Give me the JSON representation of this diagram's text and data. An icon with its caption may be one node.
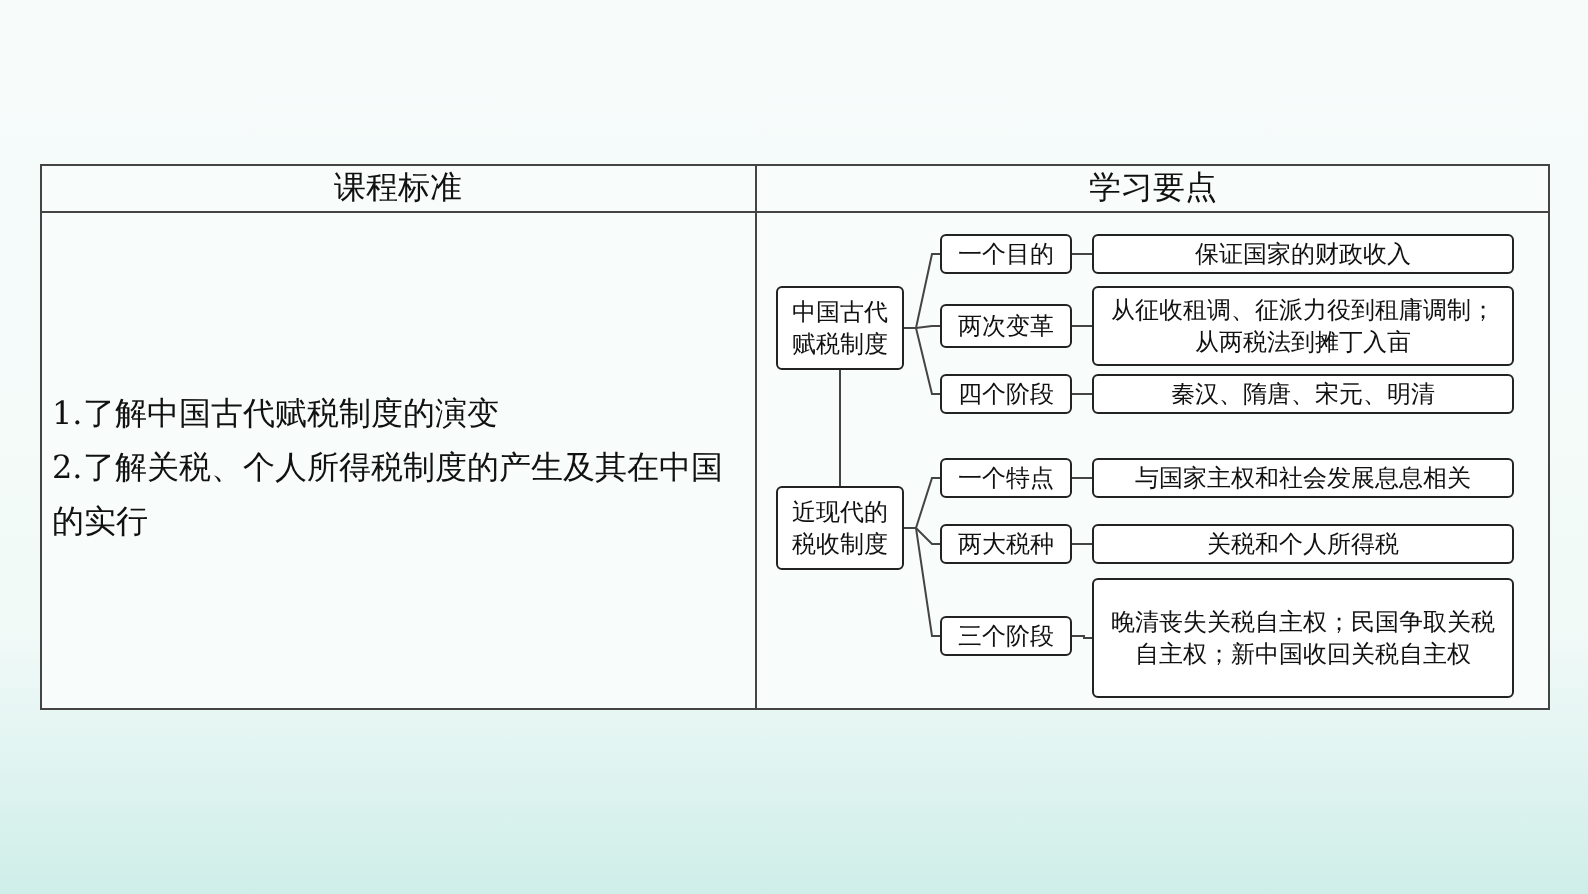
{
  "diagram": {
    "nodes": [
      {
        "text": [
          "中国古代赋税制度"
        ]
      },
      {
        "text": [
          "一个目的"
        ]
      },
      {
        "text": [
          "保证国家的财政收入"
        ]
      },
      {
        "text": [
          "两次变革"
        ]
      },
      {
        "text": [
          "从征收租调、征派力役到租庸调制；从两税法到摊丁入亩"
        ]
      },
      {
        "text": [
          "四个阶段"
        ]
      },
      {
        "text": [
          "秦汉、隋唐、宋元、明清"
        ]
      },
      {
        "text": [
          "近现代的税收制度"
        ]
      },
      {
        "text": [
          "一个特点"
        ]
      },
      {
        "text": [
          "与国家主权和社会发展息息相关"
        ]
      },
      {
        "text": [
          "两大税种"
        ]
      },
      {
        "text": [
          "关税和个人所得税"
        ]
      },
      {
        "text": [
          "三个阶段"
        ]
      },
      {
        "text": [
          "晚清丧失关税自主权；民国争取关税自主权；新中国收回关税自主权"
        ]
      }
    ],
    "edges": [
      {
        "from": 0,
        "to": 1,
        "arrow": "none"
      },
      {
        "from": 1,
        "to": 2,
        "arrow": "none"
      },
      {
        "from": 0,
        "to": 3,
        "arrow": "none"
      },
      {
        "from": 3,
        "to": 4,
        "arrow": "none"
      },
      {
        "from": 0,
        "to": 5,
        "arrow": "none"
      },
      {
        "from": 5,
        "to": 6,
        "arrow": "none"
      },
      {
        "from": 0,
        "to": 7,
        "arrow": "none"
      },
      {
        "from": 7,
        "to": 8,
        "arrow": "none"
      },
      {
        "from": 8,
        "to": 9,
        "arrow": "none"
      },
      {
        "from": 7,
        "to": 10,
        "arrow": "none"
      },
      {
        "from": 10,
        "to": 11,
        "arrow": "none"
      },
      {
        "from": 7,
        "to": 12,
        "arrow": "none"
      },
      {
        "from": 12,
        "to": 13,
        "arrow": "none"
      }
    ],
    "labels": [
      "课程标准",
      "学习要点",
      "1.了解中国古代赋税制度的演变",
      "2.了解关税、个人所得税制度的产生及其在中国的实行"
    ]
  }
}
